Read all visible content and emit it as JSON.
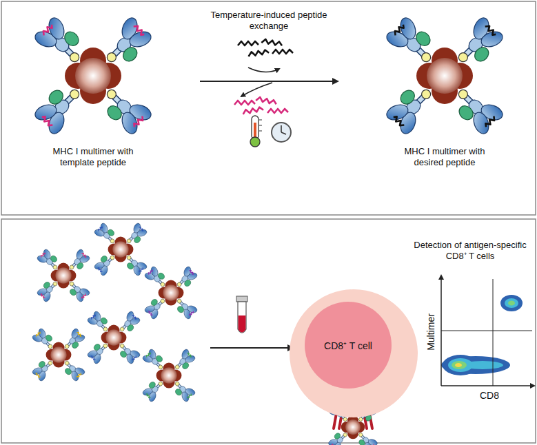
{
  "diagram": {
    "nodes": [
      {
        "text": [
          "CD8⁺ T cell"
        ]
      }
    ],
    "labels": [
      "Temperature-induced peptide exchange",
      "MHC I multimer with template peptide",
      "MHC I multimer with desired peptide",
      "Detection of antigen-specific CD8⁺ T cells",
      "Multimer",
      "CD8"
    ]
  }
}
